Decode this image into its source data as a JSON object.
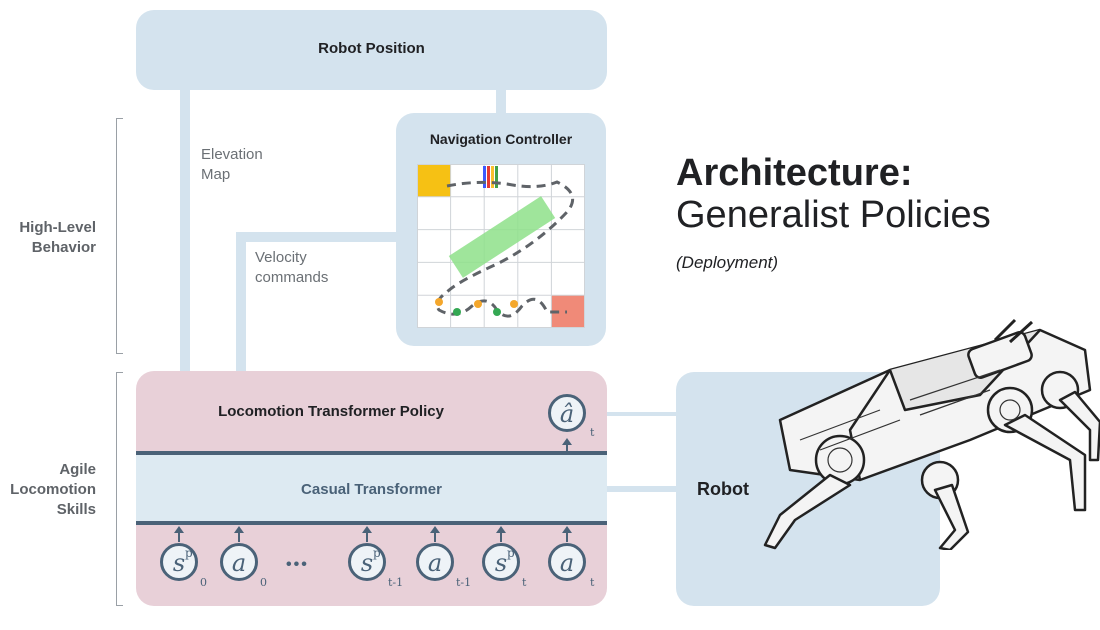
{
  "title": {
    "line1": "Architecture:",
    "line2": "Generalist Policies",
    "subtitle": "(Deployment)"
  },
  "side_labels": {
    "high_level": "High-Level\nBehavior",
    "agile": "Agile\nLocomotion\nSkills"
  },
  "robot_position": {
    "label": "Robot Position"
  },
  "notes": {
    "elevation": "Elevation\nMap",
    "velocity": "Velocity\ncommands"
  },
  "navigation": {
    "title": "Navigation Controller"
  },
  "locomotion": {
    "policy_label": "Locomotion Transformer Policy",
    "transformer_label": "Casual Transformer",
    "output_token": {
      "symbol": "â",
      "sub": "t"
    },
    "tokens": [
      {
        "symbol": "s",
        "sup": "p",
        "sub": "0"
      },
      {
        "symbol": "a",
        "sup": "",
        "sub": "0"
      },
      {
        "symbol": "s",
        "sup": "p",
        "sub": "t-1"
      },
      {
        "symbol": "a",
        "sup": "",
        "sub": "t-1"
      },
      {
        "symbol": "s",
        "sup": "p",
        "sub": "t"
      },
      {
        "symbol": "a",
        "sup": "",
        "sub": "t"
      }
    ],
    "ellipsis": "•••"
  },
  "robot": {
    "label": "Robot"
  },
  "colors": {
    "blue_panel": "#d4e3ee",
    "pink_panel": "#e8d0d8",
    "token_stroke": "#4a6278",
    "path_green": "#8ee08a",
    "start_yellow": "#f6c114",
    "goal_red": "#f08a78",
    "dot_orange": "#f4a72c",
    "dot_green": "#34a853"
  }
}
